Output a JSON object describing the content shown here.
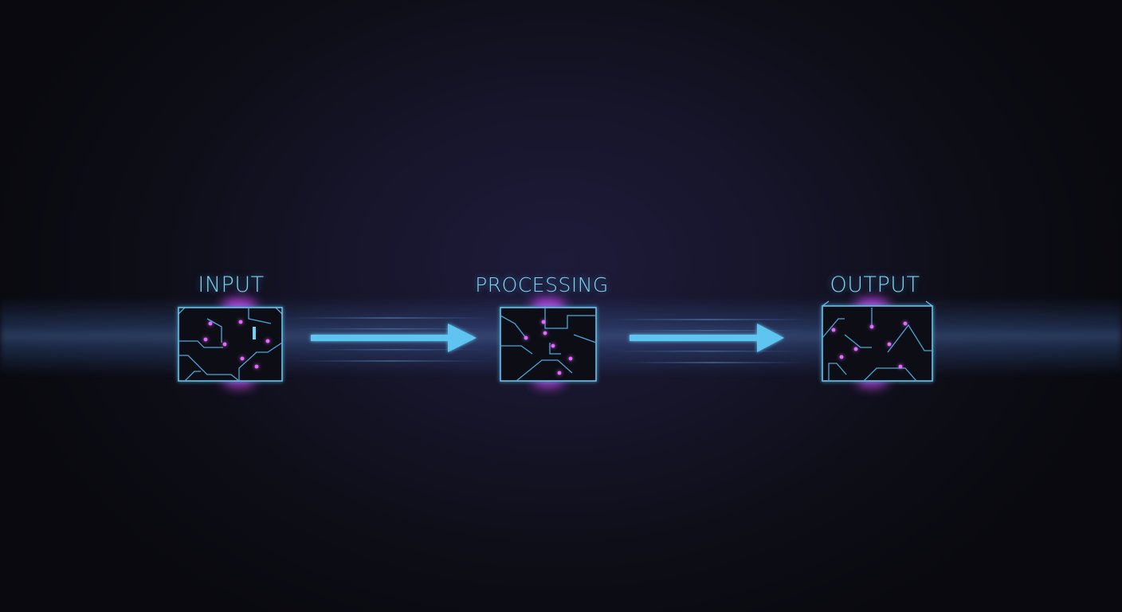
{
  "labels": {
    "input": "INPUT",
    "processing": "PROCESSING",
    "output": "OUTPUT"
  },
  "colors": {
    "background": "#0b0b12",
    "accent_blue": "#5fc4f0",
    "node_purple": "#d24cff",
    "label_text": "#7fd3f2"
  },
  "icons": {
    "node": "circuit-cube-icon",
    "connector": "arrow-right-icon"
  }
}
